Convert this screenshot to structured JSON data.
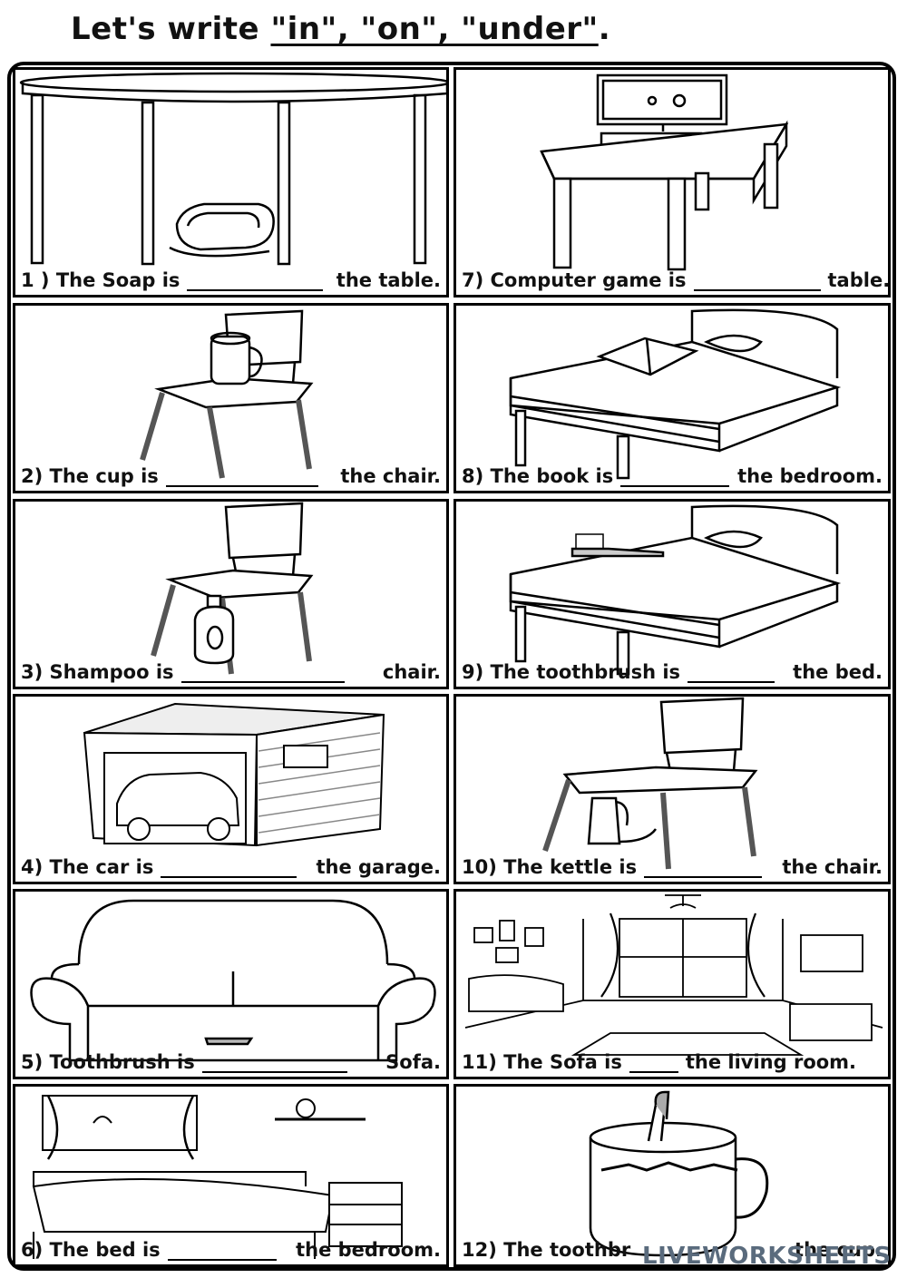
{
  "title": {
    "prefix": "Let's write ",
    "words": "\"in\", \"on\", \"under\"",
    "suffix": "."
  },
  "items": [
    {
      "pre": "1 ) The Soap is",
      "post": "the table.",
      "illustration": "soap-under-table"
    },
    {
      "pre": "2) The cup is",
      "post": "the chair.",
      "illustration": "cup-on-chair"
    },
    {
      "pre": "3) Shampoo is",
      "post": "chair.",
      "illustration": "shampoo-under-chair"
    },
    {
      "pre": "4) The car is",
      "post": "the garage.",
      "illustration": "car-in-garage"
    },
    {
      "pre": "5) Toothbrush is",
      "post": "Sofa.",
      "illustration": "toothbrush-under-sofa"
    },
    {
      "pre": "6) The bed is",
      "post": "the bedroom.",
      "illustration": "bed-in-bedroom"
    },
    {
      "pre": "7) Computer game is",
      "post": "table.",
      "illustration": "computer-on-table"
    },
    {
      "pre": "8) The book is",
      "post": "the bedroom.",
      "illustration": "book-on-bed"
    },
    {
      "pre": "9) The toothbrush is",
      "post": "the bed.",
      "illustration": "toothbrush-on-bed"
    },
    {
      "pre": "10) The kettle is",
      "post": "the chair.",
      "illustration": "kettle-under-chair"
    },
    {
      "pre": "11) The Sofa is",
      "post": "the living room.",
      "illustration": "sofa-in-living-room"
    },
    {
      "pre": "12) The toothbr",
      "post": "the cup.",
      "illustration": "toothbrush-in-cup"
    }
  ],
  "watermark": "LIVEWORKSHEETS"
}
